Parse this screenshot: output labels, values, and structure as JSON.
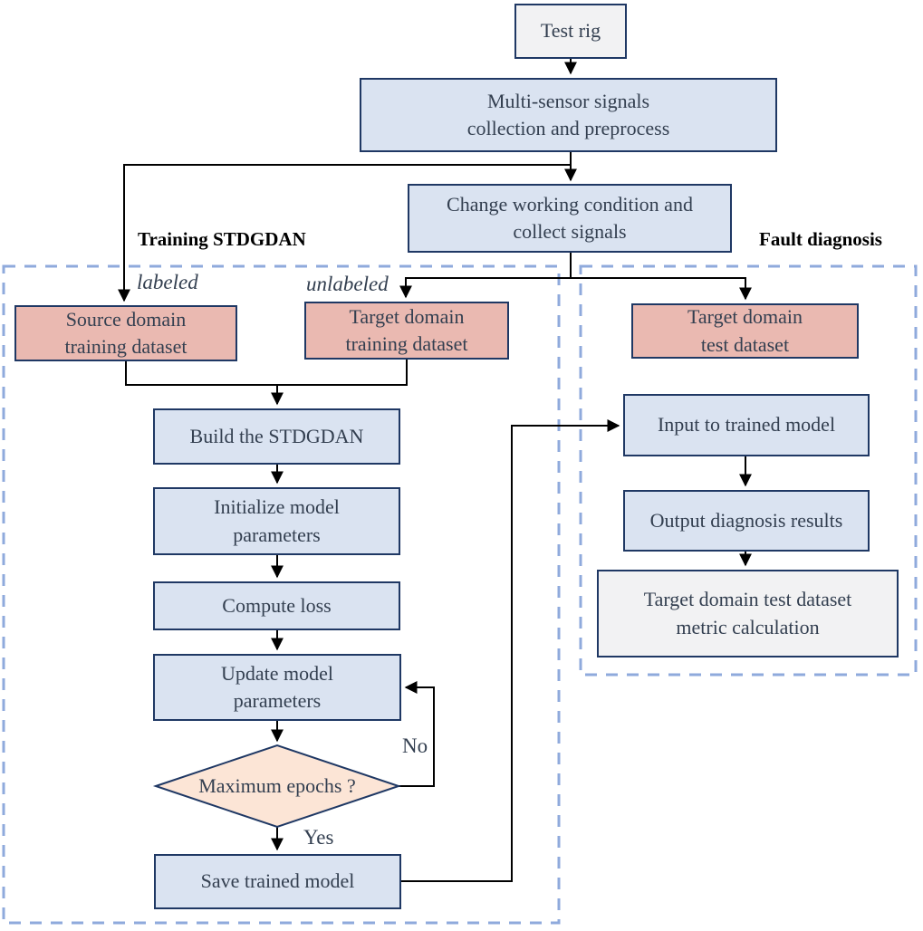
{
  "colors": {
    "node-border": "#1f3864",
    "node-fill-blue": "#dae3f1",
    "node-fill-pink": "#eab9b1",
    "node-fill-gray": "#f2f2f3",
    "node-fill-peach": "#fce5d6",
    "region-border": "#8faadc",
    "line": "#000000",
    "text": "#333f50",
    "title-text": "#000000"
  },
  "regions": {
    "training": {
      "label": "Training STDGDAN"
    },
    "fault": {
      "label": "Fault diagnosis"
    }
  },
  "nodes": {
    "test_rig": {
      "label": "Test rig"
    },
    "multi_sensor": {
      "label": "Multi-sensor signals\ncollection and preprocess"
    },
    "change_condition": {
      "label": "Change working condition and\ncollect signals"
    },
    "source_train": {
      "label": "Source domain\ntraining dataset"
    },
    "target_train": {
      "label": "Target domain\ntraining dataset"
    },
    "target_test": {
      "label": "Target domain\ntest dataset"
    },
    "build": {
      "label": "Build the STDGDAN"
    },
    "init_params": {
      "label": "Initialize model\nparameters"
    },
    "compute_loss": {
      "label": "Compute loss"
    },
    "update_params": {
      "label": "Update model\nparameters"
    },
    "max_epochs": {
      "label": "Maximum epochs ?"
    },
    "save_model": {
      "label": "Save trained model"
    },
    "input_model": {
      "label": "Input to trained model"
    },
    "output_results": {
      "label": "Output diagnosis results"
    },
    "metric_calc": {
      "label": "Target domain test dataset\nmetric calculation"
    }
  },
  "edge_labels": {
    "labeled": "labeled",
    "unlabeled": "unlabeled",
    "no": "No",
    "yes": "Yes"
  }
}
